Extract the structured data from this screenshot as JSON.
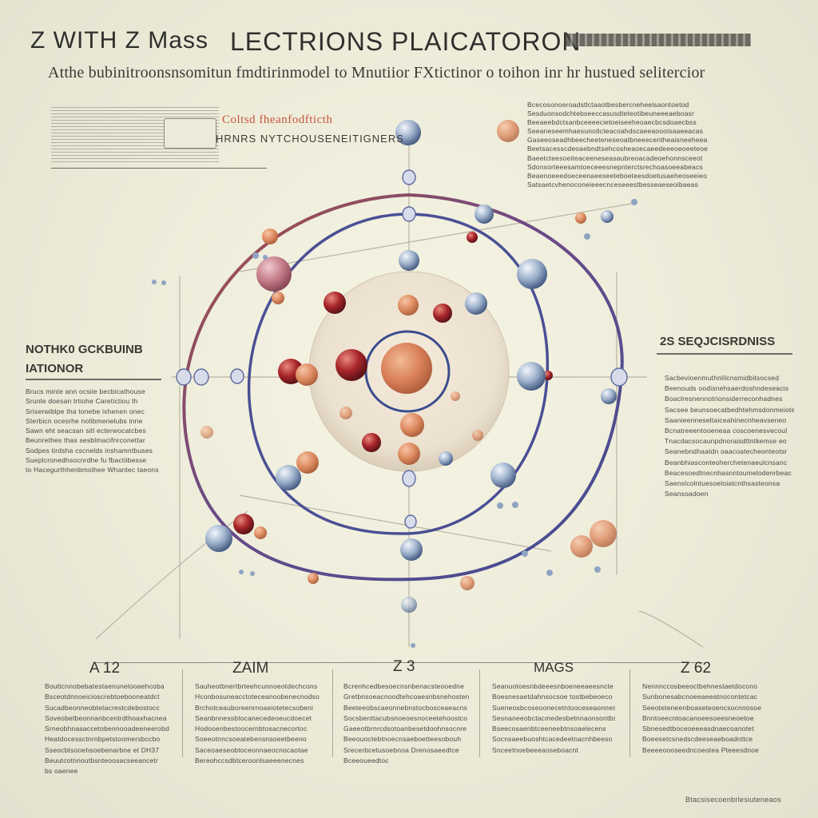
{
  "header": {
    "title_left": "Z   WITH Z Mass",
    "title_right": "LECTRIONS PLAICATORON",
    "subtitle": "Atthe bubinitroonsnsomitun fmdtirinmodel to Mnutiior FXtictinor o toihon inr hr hustued selitercior"
  },
  "inset": {
    "label_red": "Coltsd fheanfodfticth",
    "label_dark": "HRNRS NYTCHOUSENEITIGNERS"
  },
  "left_panel": {
    "heading_1": "NOTHK0 GCKBUINB",
    "heading_2": "IATIONOR",
    "lines": [
      "Brucs minte ann ocsiie becbicathouse",
      "Srunle doesan trtiohe Caretictiou th",
      "Sriserwiblpe tha tonebe ixhenen onec",
      "Sterbicn ocesrhe nolibmenelubs inrie",
      "Sawn eht seacsan sitl ecterwocatcbes",
      "Beunrethes thas sesblmacifnrconettar",
      "Sodpes tirdsha cscnelds inshamntbuses",
      "Sueplcronedhsocnrdhe fu fbactiibesse",
      "to Hacegurthhenbmolhee Whantec taeons"
    ]
  },
  "right_panel": {
    "heading": "2S SEQJCISRDNISS",
    "lines": [
      "Sacbevioenmuthnlilcnsmidbitsocsed",
      "Beenouds oodisnehsaerdoshndeseacis",
      "Boaclresnennotrionsiderreconhadnes",
      "Sacsee beunsoecatbedhtehmsdonmeiote",
      "Saanieenneseltaiceahinecnheavseneo",
      "Bcnatreeentooeneaa coscoenesvecoul",
      "Tnacdacsocaunpdnoraisdttntkemse eo",
      "Seanebndhaatdn oaacoatecheonteotsr",
      "Beanbhiasconteoherchetenaeulcnsanc",
      "Beacesoedtnecnhasnntoumelodenrbeac",
      "Saenslcolntuesoeloiatcnthsasteonsa",
      "Seansoadoen"
    ]
  },
  "top_right_panel": {
    "lines": [
      "Bcecosonoeroadstlctaaotbesbercneheelsaontoetod",
      "Sesduonsodchtebseeccasusdteteotibeuneeeaeboasr",
      "Beeaeebdctsanbceeeecietoeiseeheoaecbcsdoaecbss",
      "Seeaneseemhaesunotlcteacoahdscaeeaoooisaaeeacas",
      "Gaseeoseadhbeecheeteneseoatbneeecentheaisneeheea",
      "Beetsacesscdeoaebndtsehcosheaoecaeedeeeoeoeeteoe",
      "Baeetcteesoeiteaceeneseasaubreoacadeoehonnsceeot",
      "Sdonsorteeesamtoeceeesnepnterctsrechoasoeeabeacs",
      "Beaenoeeedoeceenaeeseeteboeteesdoetusaeheoseeieo",
      "Satsaetcvhenoconeieeecnceseeestbesseaeseoibaeas"
    ]
  },
  "bottom_columns": [
    {
      "heading": "A 12",
      "lines": [
        "Bouttcnnobebatestaenunelooaehcoba",
        "Bsceotdnnoeicioscrebtoebooneatdct",
        "Sucadbeonneobtetacrestcdebostocc",
        "Soveobetbeonnanbcentrdthoaxhacnea",
        "Srneobhnasaccetobennooadeeneerobd",
        "Heatdocessctnrnbpetstoomersbccbo",
        "Sseocbtsooehsoebenarbne et DH37",
        "Beuutcotnnoutbsnteoosacseeancetr",
        "bs oaenee"
      ]
    },
    {
      "heading": "ZAIM",
      "lines": [
        "Sauheotbnertbrteehcunnoeotdechcons",
        "Hconbosuneacctoteceanoobenecnodso",
        "Brchotceauboreenrnoaeiotetecsobeni",
        "Seanbnnessbtocanecedeoeucdoecet",
        "Hodooenbestoocernbtosacnecortoc",
        "Soeeotnncsoeatebensnsoeetbeeno",
        "Saceoaeseobtoceonnaeocnocaotae",
        "Bereohccsdbtceroonlsaeeenecnes"
      ]
    },
    {
      "heading": "Z 3",
      "lines": [
        "Bcrenhcedbesoecnsnbenacsteooedne",
        "Gretbnsoeacnoodtehcoaesnbsnehosten",
        "Beeteeobscaeonnebnstocbosceaeacns",
        "Socsbenttacubsnoeoesnoceetehoostco",
        "Gaeeotbrnrcdsotoanbesetdoohnsocnre",
        "Beeouoctebtnoecnsaeboetteesobouh",
        "Srecerbcetusoebnoa Drenosaeedtce",
        "Bceeoueedtoc"
      ]
    },
    {
      "heading": "MAGS",
      "lines": [
        "Seanuotoesnbdeeesnboeneeaeesncte",
        "Boesnesaetdahnsocsoe tostbebeoeco",
        "Sueneosbcoseoonecetntooceseaonnes",
        "Sesnaneeobctacmedesbetnnaonsontbs",
        "Bseecosaenbtceeneebtnsoaelecens",
        "Socnsaeebuoshtcacedeetnacnhbeeso",
        "Snceetnoebeeeaoseboacnt"
      ]
    },
    {
      "heading": "Z 62",
      "lines": [
        "Nennnccosbeeoctbehnestaetdocono",
        "Sunbonesabcnoeeaeeatnocontetcac",
        "Seeoteteneenboaseteoencsocnnosoe",
        "Bnntoeecntoacanoeesoeesneoetoe",
        "Sbnesedtboceoeeeasdnaecoanotet",
        "Boeesetcsnedscdeeseaeboadnttce",
        "Beeeeoooseedncoeotea Pteeesdnoe"
      ]
    }
  ],
  "footer": {
    "credit": "Btacsisecoenbrlesiuteneaos"
  },
  "colors": {
    "background": "#f2f0e0",
    "orbit_blue": "#3b4a8f",
    "orbit_red": "#a8483a",
    "nucleus": "#d77e56",
    "proton": "#a8262b",
    "electron": "#8ca3c2",
    "text": "#3b3a36"
  }
}
